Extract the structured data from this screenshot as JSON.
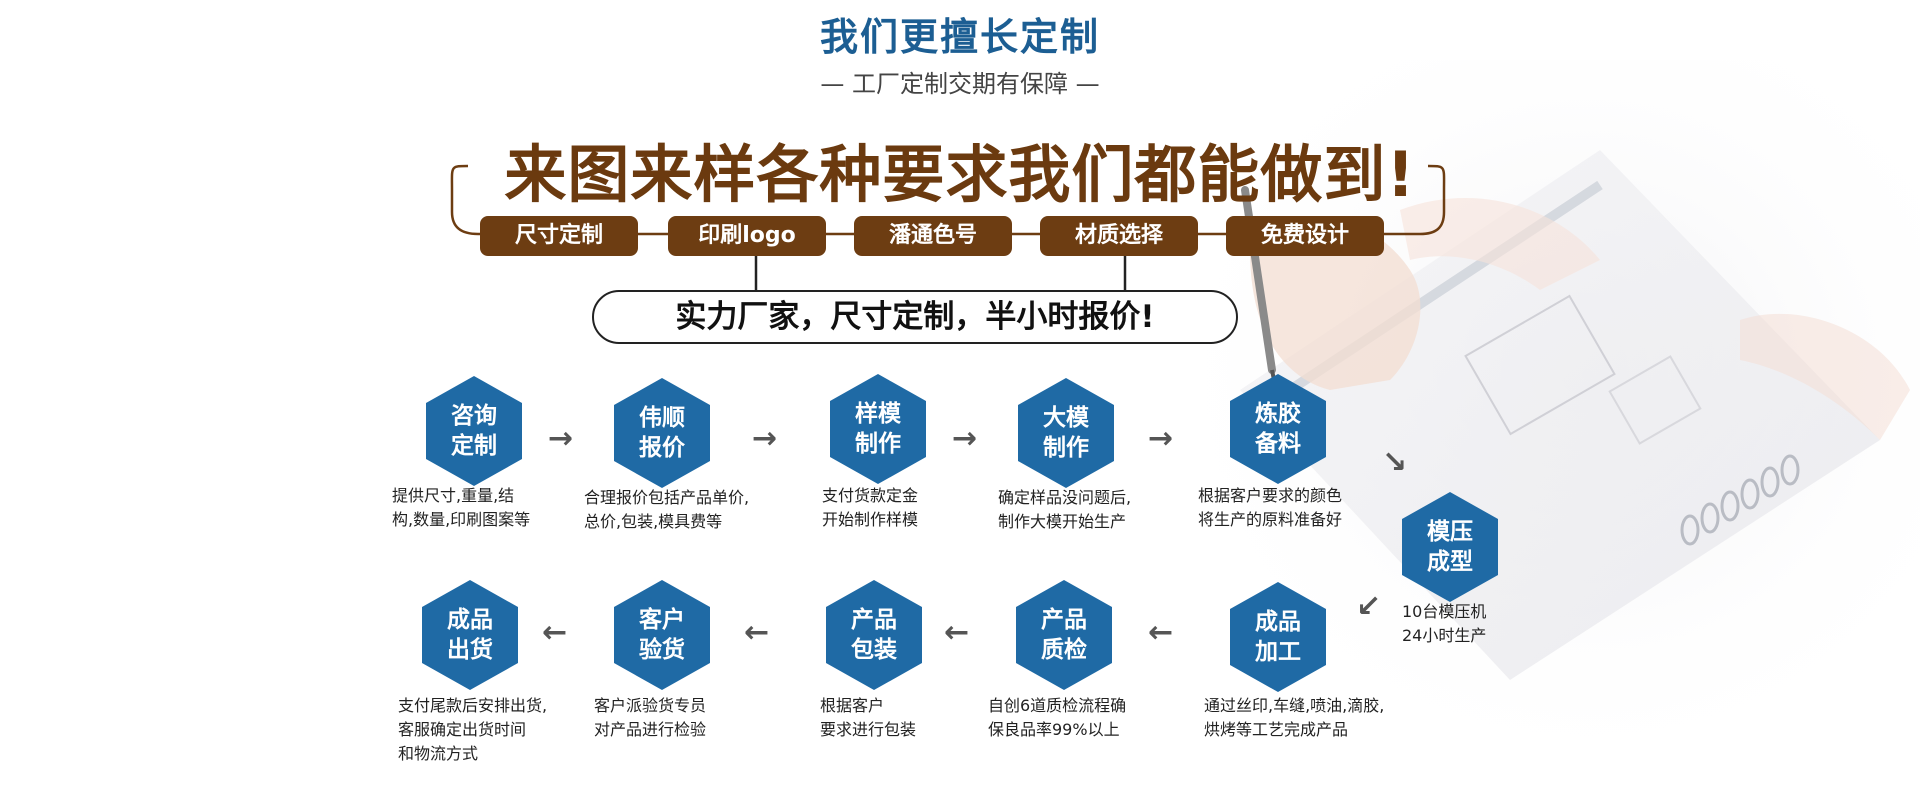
{
  "header": {
    "title": "我们更擅长定制",
    "subtitle": "— 工厂定制交期有保障 —"
  },
  "slogan": "来图来样各种要求我们都能做到!",
  "tags": [
    "尺寸定制",
    "印刷logo",
    "潘通色号",
    "材质选择",
    "免费设计"
  ],
  "banner": "实力厂家，尺寸定制，半小时报价!",
  "colors": {
    "title": "#1c5e93",
    "slogan": "#6b3a0f",
    "tag_bg": "#6d3d12",
    "hexagon": "#1f6aa5"
  },
  "steps": [
    {
      "line1": "咨询",
      "line2": "定制",
      "desc": [
        "提供尺寸,重量,结",
        "构,数量,印刷图案等"
      ]
    },
    {
      "line1": "伟顺",
      "line2": "报价",
      "desc": [
        "合理报价包括产品单价,",
        "总价,包装,模具费等"
      ]
    },
    {
      "line1": "样模",
      "line2": "制作",
      "desc": [
        "支付货款定金",
        "开始制作样模"
      ]
    },
    {
      "line1": "大模",
      "line2": "制作",
      "desc": [
        "确定样品没问题后,",
        "制作大模开始生产"
      ]
    },
    {
      "line1": "炼胶",
      "line2": "备料",
      "desc": [
        "根据客户要求的颜色",
        "将生产的原料准备好"
      ]
    },
    {
      "line1": "模压",
      "line2": "成型",
      "desc": [
        "10台模压机",
        "24小时生产"
      ]
    },
    {
      "line1": "成品",
      "line2": "加工",
      "desc": [
        "通过丝印,车缝,喷油,滴胶,",
        "烘烤等工艺完成产品"
      ]
    },
    {
      "line1": "产品",
      "line2": "质检",
      "desc": [
        "自创6道质检流程确",
        "保良品率99%以上"
      ]
    },
    {
      "line1": "产品",
      "line2": "包装",
      "desc": [
        "根据客户",
        "要求进行包装"
      ]
    },
    {
      "line1": "客户",
      "line2": "验货",
      "desc": [
        "客户派验货专员",
        "对产品进行检验"
      ]
    },
    {
      "line1": "成品",
      "line2": "出货",
      "desc": [
        "支付尾款后安排出货,",
        "客服确定出货时间",
        "和物流方式"
      ]
    }
  ]
}
